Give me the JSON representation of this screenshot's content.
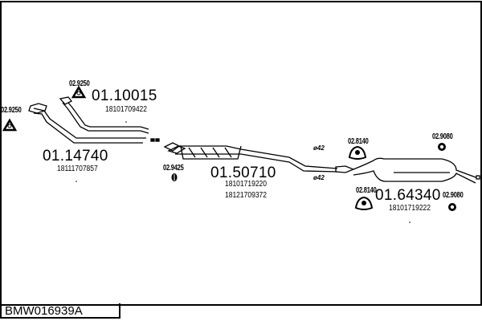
{
  "diagram_code": "BMW016939A",
  "parts": [
    {
      "id": "front-pipe-upper",
      "number": "01.10015",
      "oem": [
        "18101709422"
      ]
    },
    {
      "id": "front-pipe-lower",
      "number": "01.14740",
      "oem": [
        "18111707857"
      ]
    },
    {
      "id": "middle-silencer",
      "number": "01.50710",
      "oem": [
        "18101719220",
        "18121709372"
      ]
    },
    {
      "id": "rear-silencer",
      "number": "01.64340",
      "oem": [
        "18101719222"
      ]
    }
  ],
  "accessories": [
    {
      "id": "gasket-upper",
      "number": "02.9250",
      "icon": "triangle-gasket"
    },
    {
      "id": "gasket-left",
      "number": "02.9250",
      "icon": "triangle-gasket"
    },
    {
      "id": "clamp-middle",
      "number": "02.9425",
      "icon": "rubber-ring"
    },
    {
      "id": "mount-top",
      "number": "02.8140",
      "icon": "rubber-mount"
    },
    {
      "id": "mount-bottom",
      "number": "02.8140",
      "icon": "rubber-mount"
    },
    {
      "id": "hanger-top",
      "number": "02.9080",
      "icon": "rubber-ring"
    },
    {
      "id": "hanger-bottom",
      "number": "02.9080",
      "icon": "rubber-ring"
    }
  ],
  "diameters": [
    "ø42",
    "ø42"
  ]
}
